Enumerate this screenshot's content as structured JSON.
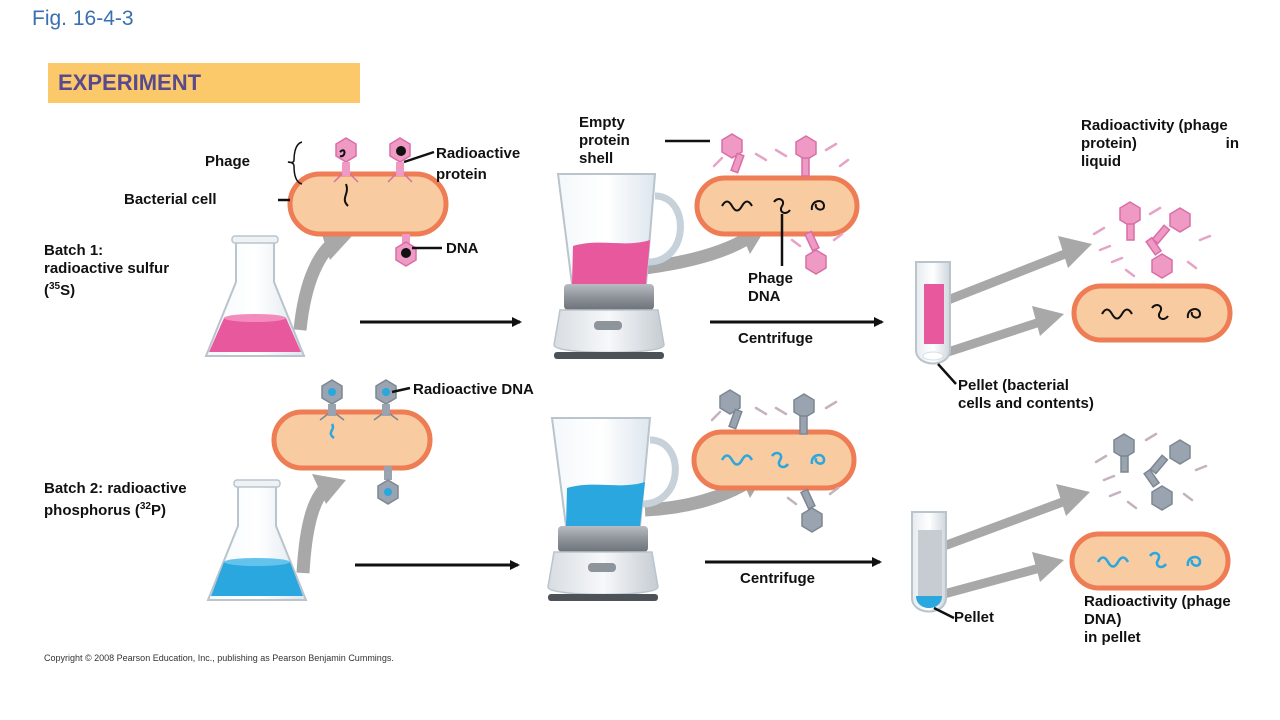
{
  "figure_label": "Fig. 16-4-3",
  "banner": "EXPERIMENT",
  "labels": {
    "phage": "Phage",
    "bacterial_cell": "Bacterial cell",
    "radioactive_protein_line1": "Radioactive",
    "radioactive_protein_line2": "protein",
    "dna": "DNA",
    "batch1_line1": "Batch 1:",
    "batch1_line2": "radioactive sulfur",
    "batch1_isotope_mass": "35",
    "batch1_isotope_symbol": "S",
    "empty_shell_line1": "Empty",
    "empty_shell_line2": "protein",
    "empty_shell_line3": "shell",
    "phage_dna_line1": "Phage",
    "phage_dna_line2": "DNA",
    "centrifuge_top": "Centrifuge",
    "radio_liquid_line1": "Radioactivity (phage",
    "radio_liquid_line2": "protein) in",
    "radio_liquid_line3": "liquid",
    "pellet_bacterial_line1": "Pellet (bacterial",
    "pellet_bacterial_line2": "cells and contents)",
    "radioactive_dna": "Radioactive DNA",
    "batch2_line1": "Batch 2: radioactive",
    "batch2_line2": "phosphorus",
    "batch2_isotope_mass": "32",
    "batch2_isotope_symbol": "P",
    "centrifuge_bottom": "Centrifuge",
    "pellet": "Pellet",
    "radio_pellet_line1": "Radioactivity (phage",
    "radio_pellet_line2": "DNA)",
    "radio_pellet_line3": "in pellet"
  },
  "copyright": "Copyright © 2008 Pearson Education, Inc., publishing as Pearson Benjamin Cummings.",
  "colors": {
    "pink_liquid": "#e8589c",
    "blue_liquid": "#2aa7df",
    "cell_fill": "#f8cba0",
    "cell_outline": "#ee7c55",
    "phage_pink": "#ee9ac4",
    "phage_gray": "#9aa4b0",
    "arrow_gray": "#a8a8a8",
    "banner": "#fbc96a",
    "banner_text": "#5a4a8c",
    "fig_label": "#3a6fb0"
  }
}
